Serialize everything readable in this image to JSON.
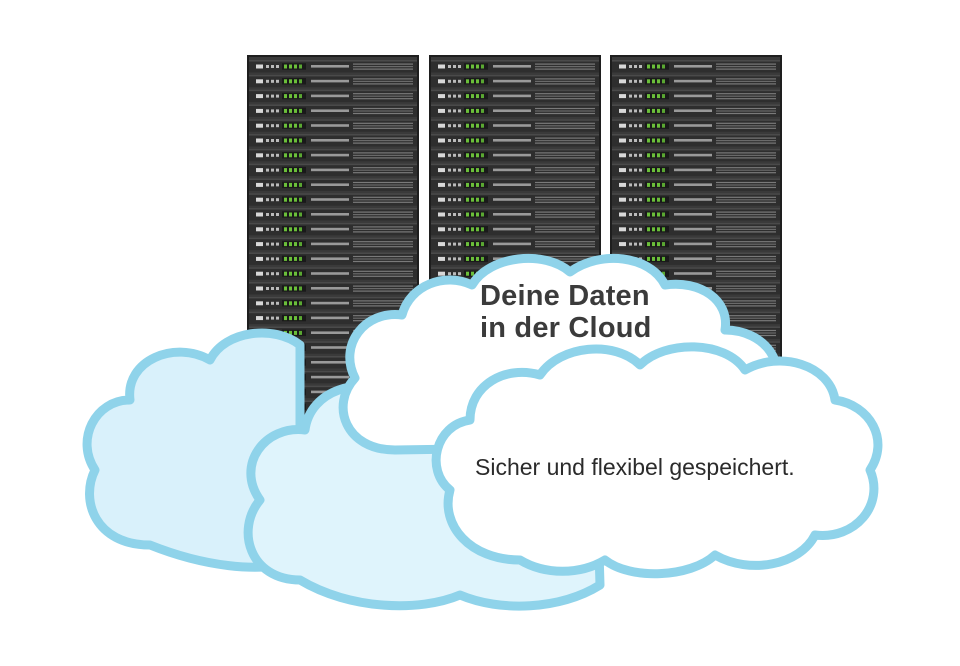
{
  "headline": {
    "line1": "Deine Daten",
    "line2": "in der Cloud"
  },
  "tagline": "Sicher und flexibel gespeichert.",
  "colors": {
    "background": "#ffffff",
    "rack_body": "#3a3a3a",
    "rack_frame": "#1e1e1e",
    "server_led": "#6bbf3a",
    "cloud_outline": "#8fd3ea",
    "cloud_fill_back": "#d9f1fb",
    "cloud_fill_front": "#ffffff",
    "text": "#333333"
  },
  "icons": [
    "server-rack-icon",
    "cloud-icon"
  ]
}
